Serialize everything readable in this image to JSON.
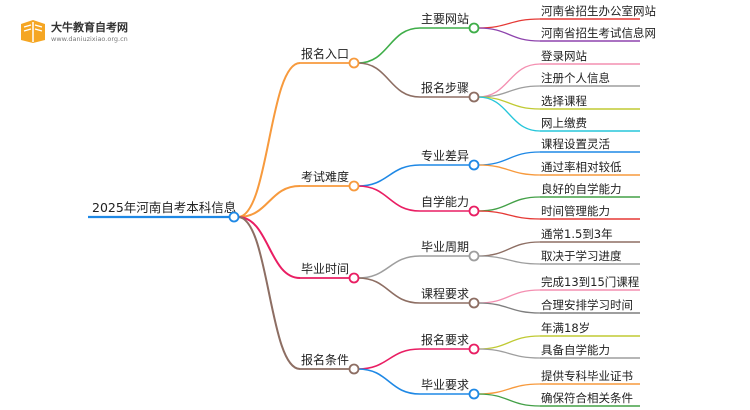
{
  "brand": {
    "name": "大牛教育自考网",
    "url": "www.daniuzixiao.org.cn",
    "icon": "book-icon",
    "color": "#f5a623"
  },
  "mindmap": {
    "root": "2025年河南自考本科信息",
    "branches": [
      {
        "label": "报名入口",
        "color": "#f79a3d",
        "children": [
          {
            "label": "主要网站",
            "color": "#3fae49",
            "leaves": [
              {
                "label": "河南省招生办公室网站",
                "color": "#e53935"
              },
              {
                "label": "河南省招生考试信息网",
                "color": "#8e44ad"
              }
            ]
          },
          {
            "label": "报名步骤",
            "color": "#8d6e63",
            "leaves": [
              {
                "label": "登录网站",
                "color": "#f48fb1"
              },
              {
                "label": "注册个人信息",
                "color": "#9e9e9e"
              },
              {
                "label": "选择课程",
                "color": "#c0ca33"
              },
              {
                "label": "网上缴费",
                "color": "#26c6da"
              }
            ]
          }
        ]
      },
      {
        "label": "考试难度",
        "color": "#f79a3d",
        "children": [
          {
            "label": "专业差异",
            "color": "#1e88e5",
            "leaves": [
              {
                "label": "课程设置灵活",
                "color": "#1e88e5"
              },
              {
                "label": "通过率相对较低",
                "color": "#f79a3d"
              }
            ]
          },
          {
            "label": "自学能力",
            "color": "#e91e63",
            "leaves": [
              {
                "label": "良好的自学能力",
                "color": "#43a047"
              },
              {
                "label": "时间管理能力",
                "color": "#e53935"
              }
            ]
          }
        ]
      },
      {
        "label": "毕业时间",
        "color": "#e91e63",
        "children": [
          {
            "label": "毕业周期",
            "color": "#9e9e9e",
            "leaves": [
              {
                "label": "通常1.5到3年",
                "color": "#8d6e63"
              },
              {
                "label": "取决于学习进度",
                "color": "#9e9e9e"
              }
            ]
          },
          {
            "label": "课程要求",
            "color": "#8d6e63",
            "leaves": [
              {
                "label": "完成13到15门课程",
                "color": "#f48fb1"
              },
              {
                "label": "合理安排学习时间",
                "color": "#7f7f7f"
              }
            ]
          }
        ]
      },
      {
        "label": "报名条件",
        "color": "#8d6e63",
        "children": [
          {
            "label": "报名要求",
            "color": "#e91e63",
            "leaves": [
              {
                "label": "年满18岁",
                "color": "#c0ca33"
              },
              {
                "label": "具备自学能力",
                "color": "#9e9e9e"
              }
            ]
          },
          {
            "label": "毕业要求",
            "color": "#1e88e5",
            "leaves": [
              {
                "label": "提供专科毕业证书",
                "color": "#f79a3d"
              },
              {
                "label": "确保符合相关条件",
                "color": "#43a047"
              }
            ]
          }
        ]
      }
    ]
  }
}
